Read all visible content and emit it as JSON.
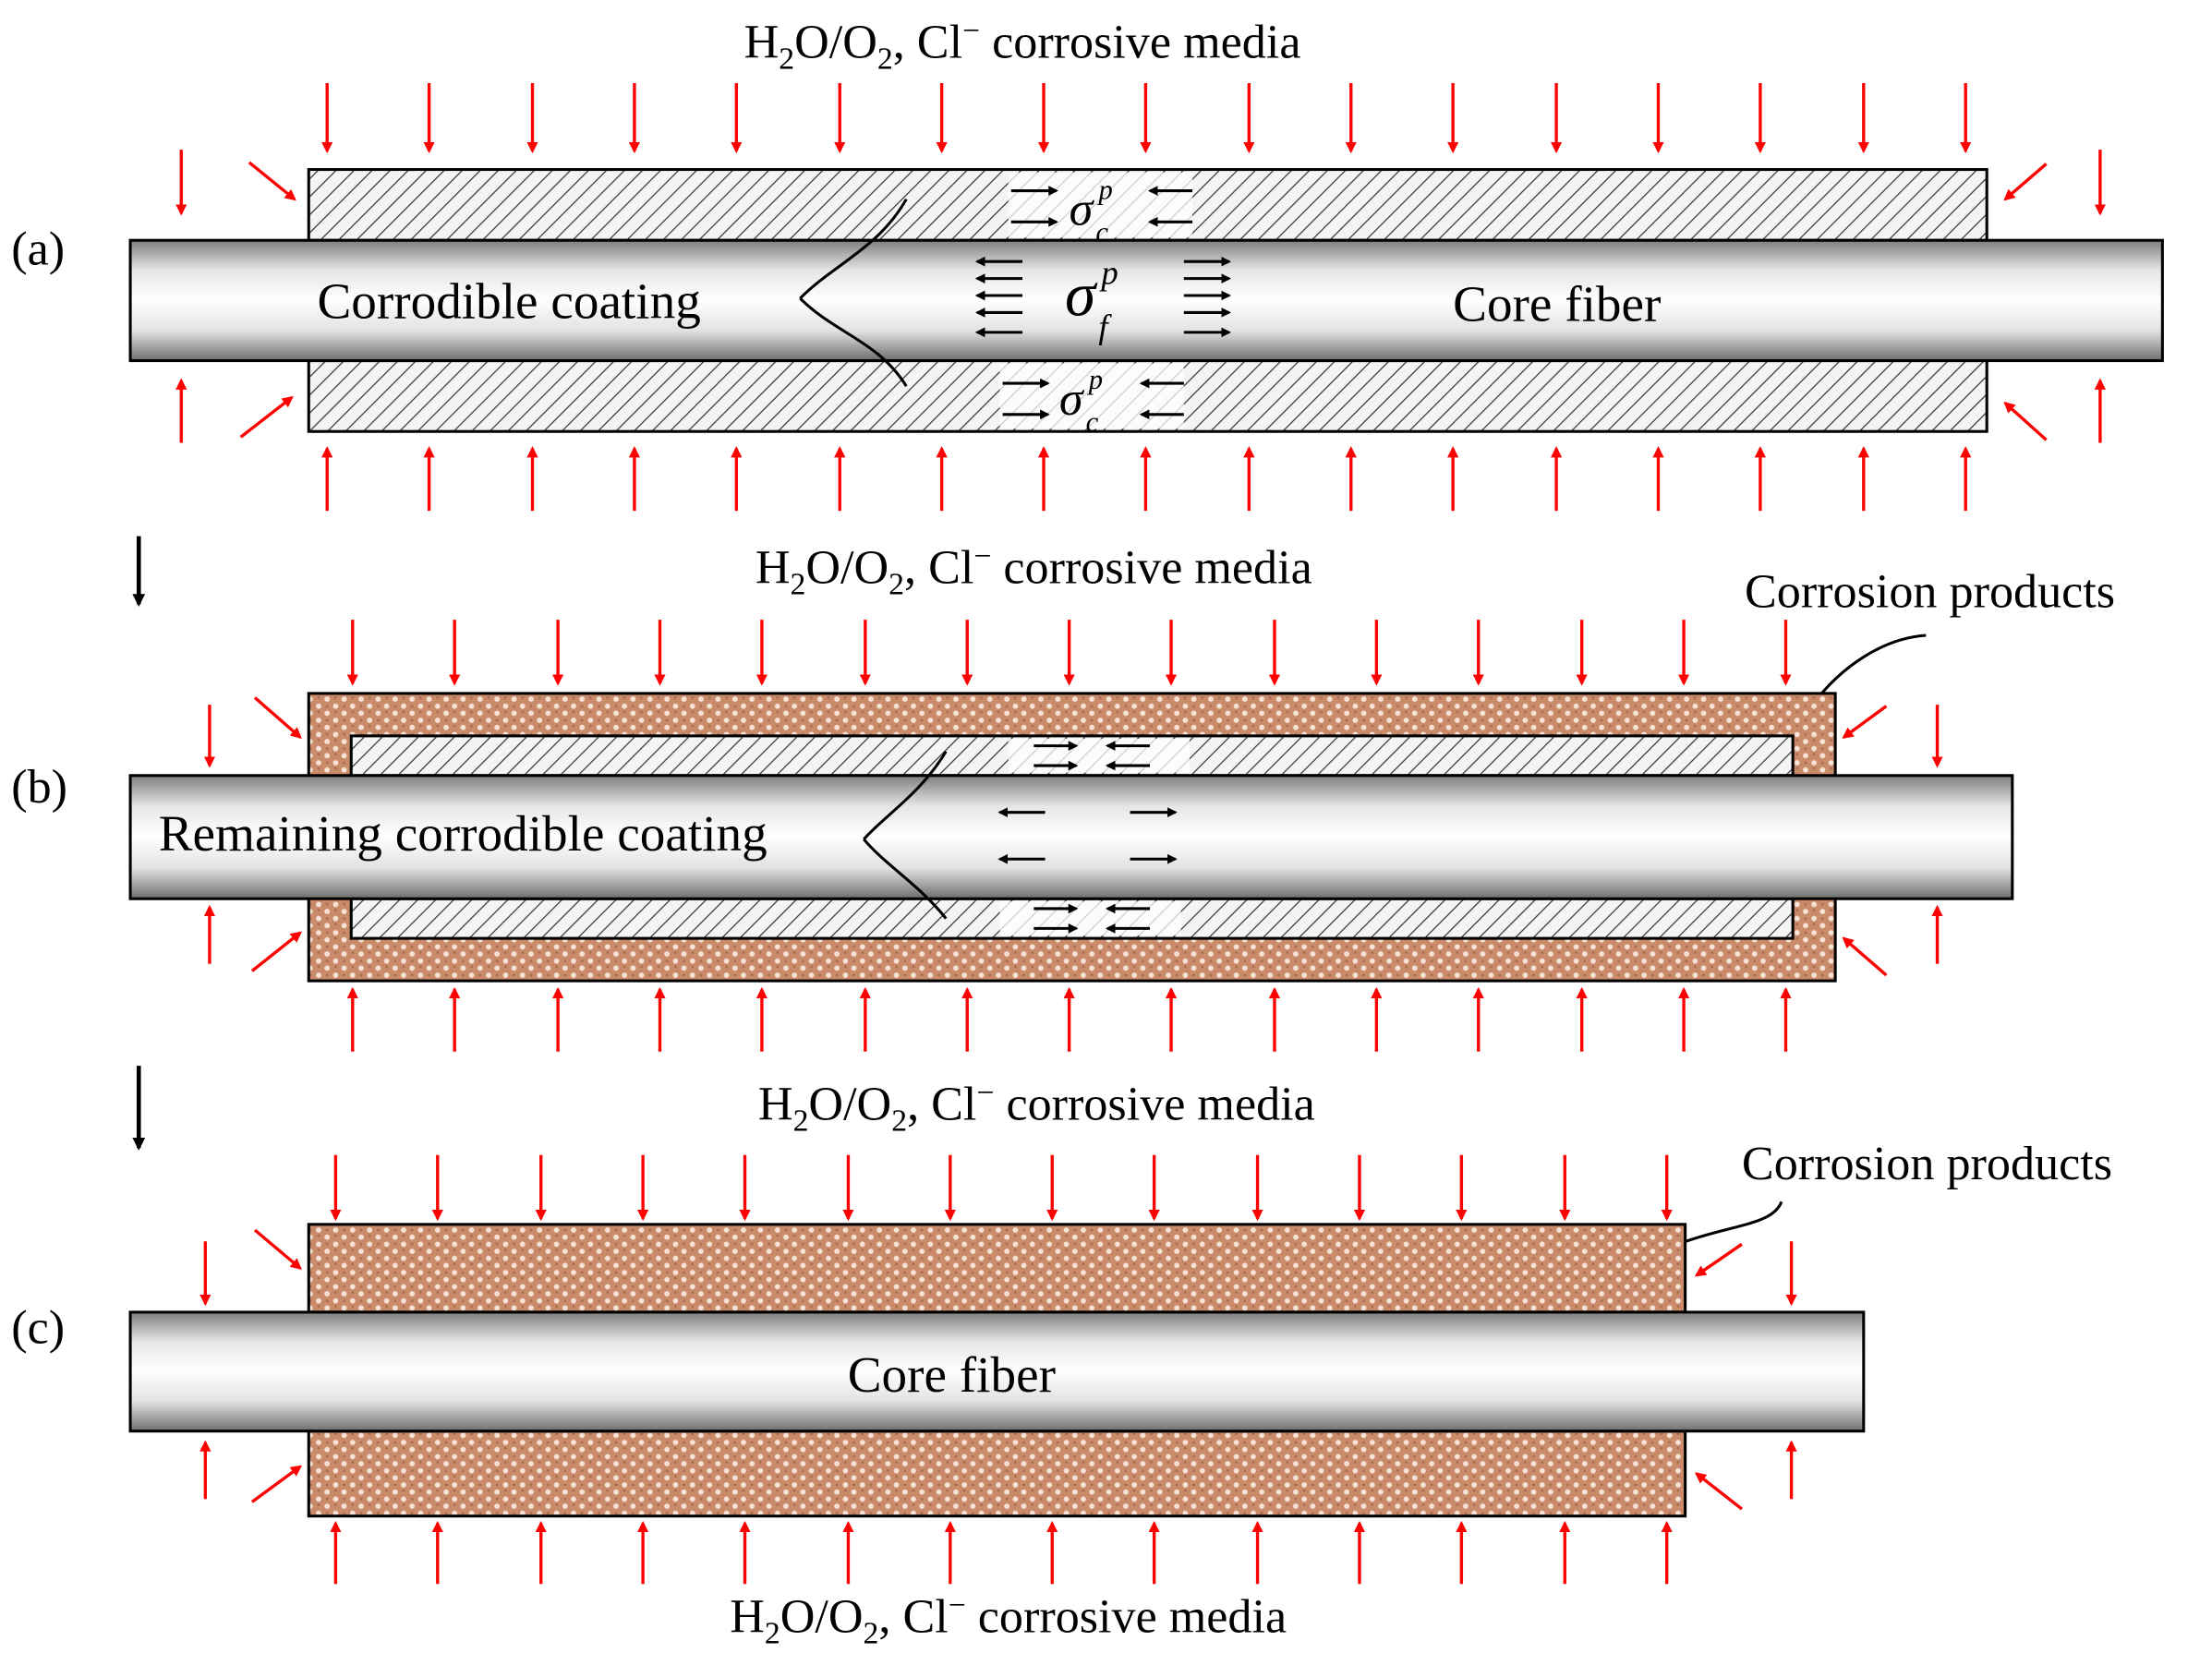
{
  "media_label": {
    "base": "H",
    "sub1": "2",
    "mid": "O/O",
    "sub2": "2",
    "rest": ", Cl",
    "sup": "−",
    "tail": " corrosive media"
  },
  "panels": {
    "a": {
      "tag": "(a)",
      "coating_label": "Corrodible coating",
      "fiber_label": "Core fiber",
      "stress_coating": {
        "sym": "σ",
        "sup": "p",
        "sub": "c"
      },
      "stress_fiber": {
        "sym": "σ",
        "sup": "p",
        "sub": "f"
      }
    },
    "b": {
      "tag": "(b)",
      "coating_label": "Remaining corrodible coating",
      "products_label": "Corrosion products"
    },
    "c": {
      "tag": "(c)",
      "fiber_label": "Core fiber",
      "products_label": "Corrosion products"
    }
  },
  "colors": {
    "arrow": "#ff0000",
    "fiber_light": "#ffffff",
    "fiber_dark": "#9a9a9a",
    "coating_bg": "#f4f4f4",
    "hatch": "#333333",
    "corrosion": "#c98b6a",
    "corrosion_dots": "#f6e3d6"
  }
}
